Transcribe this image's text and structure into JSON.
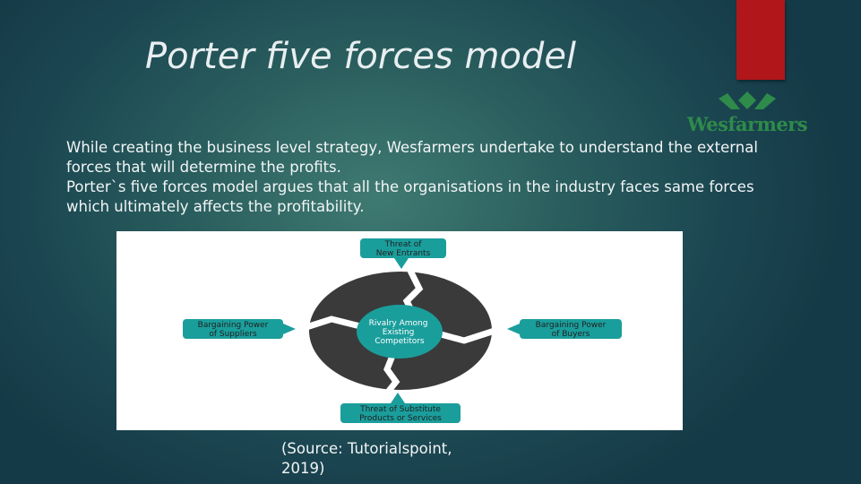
{
  "slide": {
    "title": "Porter five forces model",
    "logo_text": "Wesfarmers",
    "paragraphs": [
      "While creating the business level strategy, Wesfarmers undertake to understand the external forces that will determine the profits.",
      "Porter`s five forces model argues that all the organisations in the industry faces same forces which ultimately affects the profitability."
    ],
    "source": "(Source: Tutorialspoint, 2019)"
  },
  "diagram": {
    "center": [
      "Rivalry Among",
      "Existing",
      "Competitors"
    ],
    "top": [
      "Threat of",
      "New Entrants"
    ],
    "left": [
      "Bargaining Power",
      "of Suppliers"
    ],
    "right": [
      "Bargaining Power",
      "of Buyers"
    ],
    "bottom": [
      "Threat of Substitute",
      "Products or Services"
    ]
  },
  "colors": {
    "teal": "#1a9e9c",
    "ring": "#3a3a3a",
    "accent_red": "#b0161a",
    "logo_green": "#2e8b4a"
  }
}
